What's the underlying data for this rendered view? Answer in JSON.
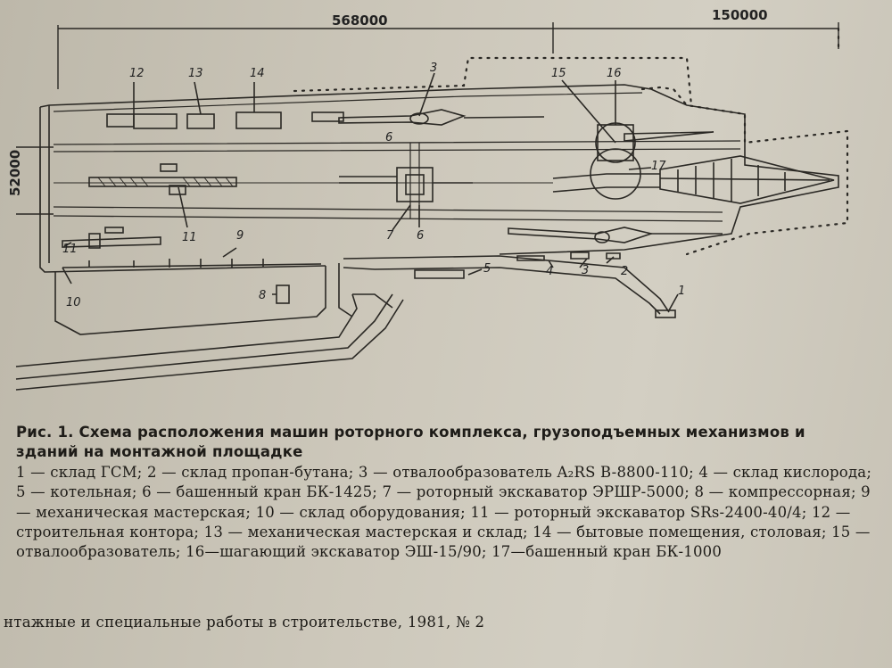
{
  "diagram": {
    "dimensions": {
      "total_length": "568000",
      "extension_length": "150000",
      "width": "52000"
    },
    "callouts": [
      "1",
      "2",
      "3",
      "3",
      "4",
      "5",
      "6",
      "6",
      "7",
      "8",
      "9",
      "10",
      "11",
      "11",
      "12",
      "13",
      "14",
      "15",
      "16",
      "17"
    ]
  },
  "caption": {
    "title": "Рис. 1. Схема расположения машин роторного комплекса, грузоподъемных механизмов и зданий на монтажной площадке",
    "legend": "1 — склад ГСМ; 2 — склад пропан-бутана; 3 — отвалообразователь A₂RS B-8800-110; 4 — склад кислорода; 5 — котельная; 6 — башенный кран БК-1425; 7 — роторный экскаватор ЭРШР-5000; 8 — компрессорная; 9 — механическая мастерская; 10 — склад оборудования; 11 — роторный экскаватор SRs-2400-40/4; 12 — строительная контора; 13 — механическая мастерская и склад; 14 — бытовые помещения, столовая; 15 — отвалообразователь; 16—шагающий экскаватор ЭШ-15/90; 17—башенный кран БК-1000"
  },
  "source": "нтажные и специальные работы в строительстве, 1981, № 2"
}
